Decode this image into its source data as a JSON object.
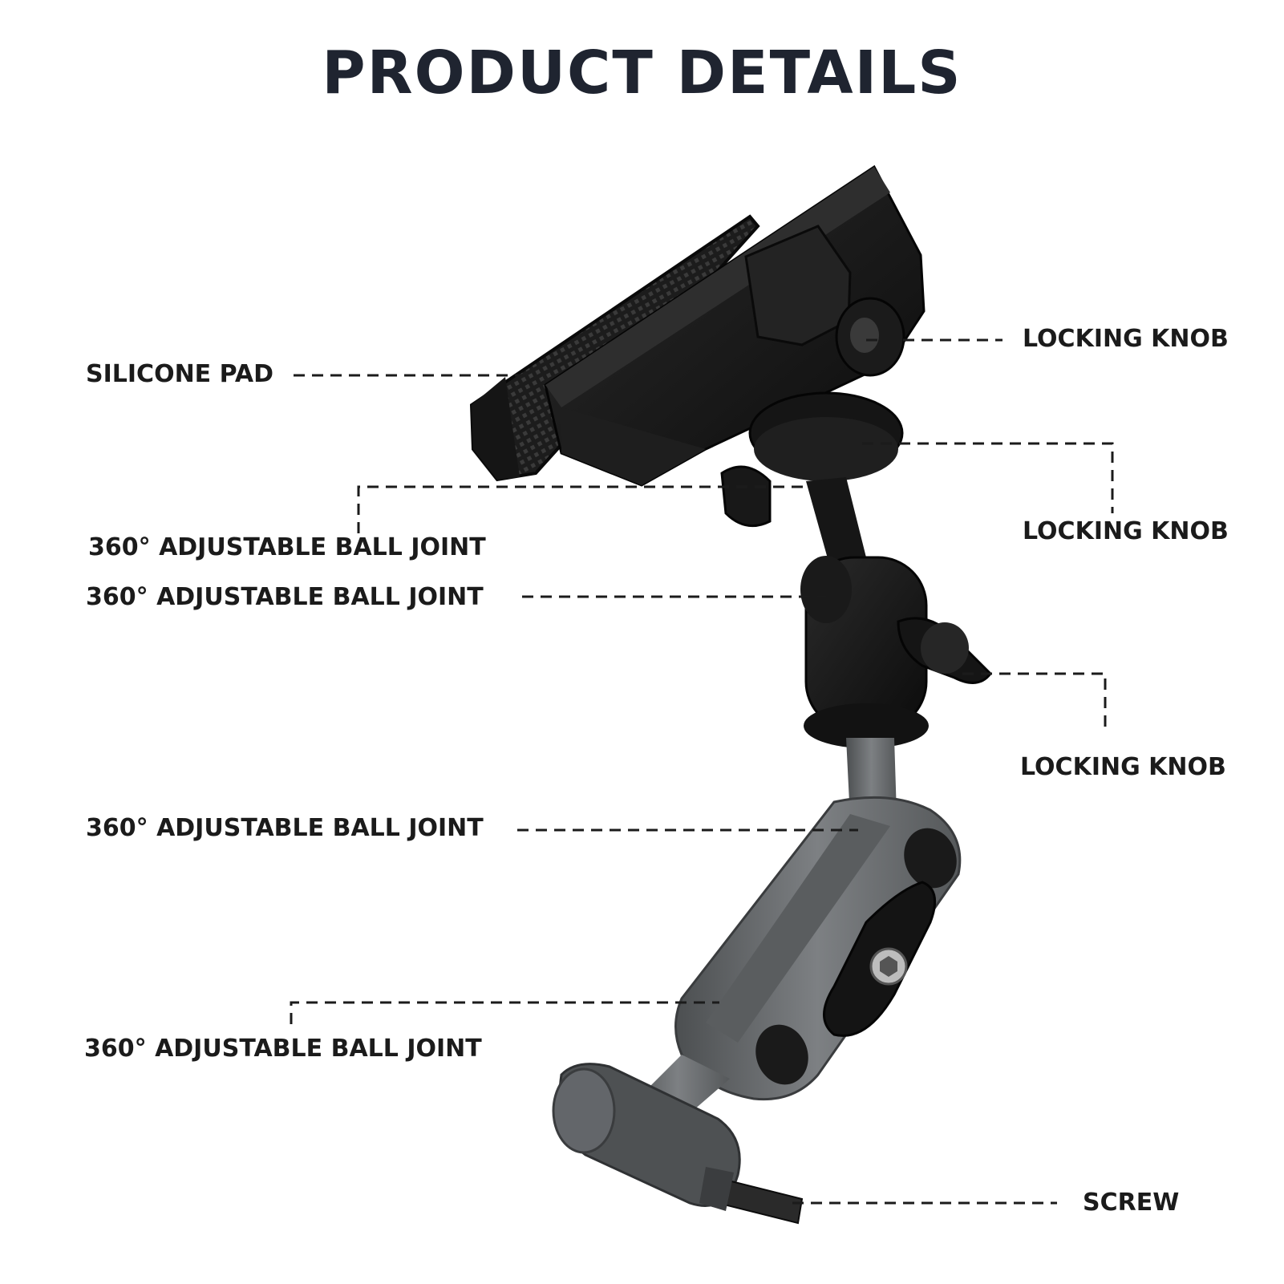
{
  "title": "PRODUCT DETAILS",
  "labels": {
    "silicone_pad": "SILICONE PAD",
    "locking_knob_1": "LOCKING KNOB",
    "locking_knob_2": "LOCKING KNOB",
    "locking_knob_3": "LOCKING KNOB",
    "ball_joint_1": "360° ADJUSTABLE BALL JOINT",
    "ball_joint_2": "360° ADJUSTABLE BALL JOINT",
    "ball_joint_3": "360° ADJUSTABLE BALL JOINT",
    "ball_joint_4": "360° ADJUSTABLE BALL JOINT",
    "screw": "SCREW"
  },
  "colors": {
    "text": "#1b1b1b",
    "leader": "#1b1b1b",
    "mount_black": "#161616",
    "arm_gray": "#6b6e70"
  }
}
